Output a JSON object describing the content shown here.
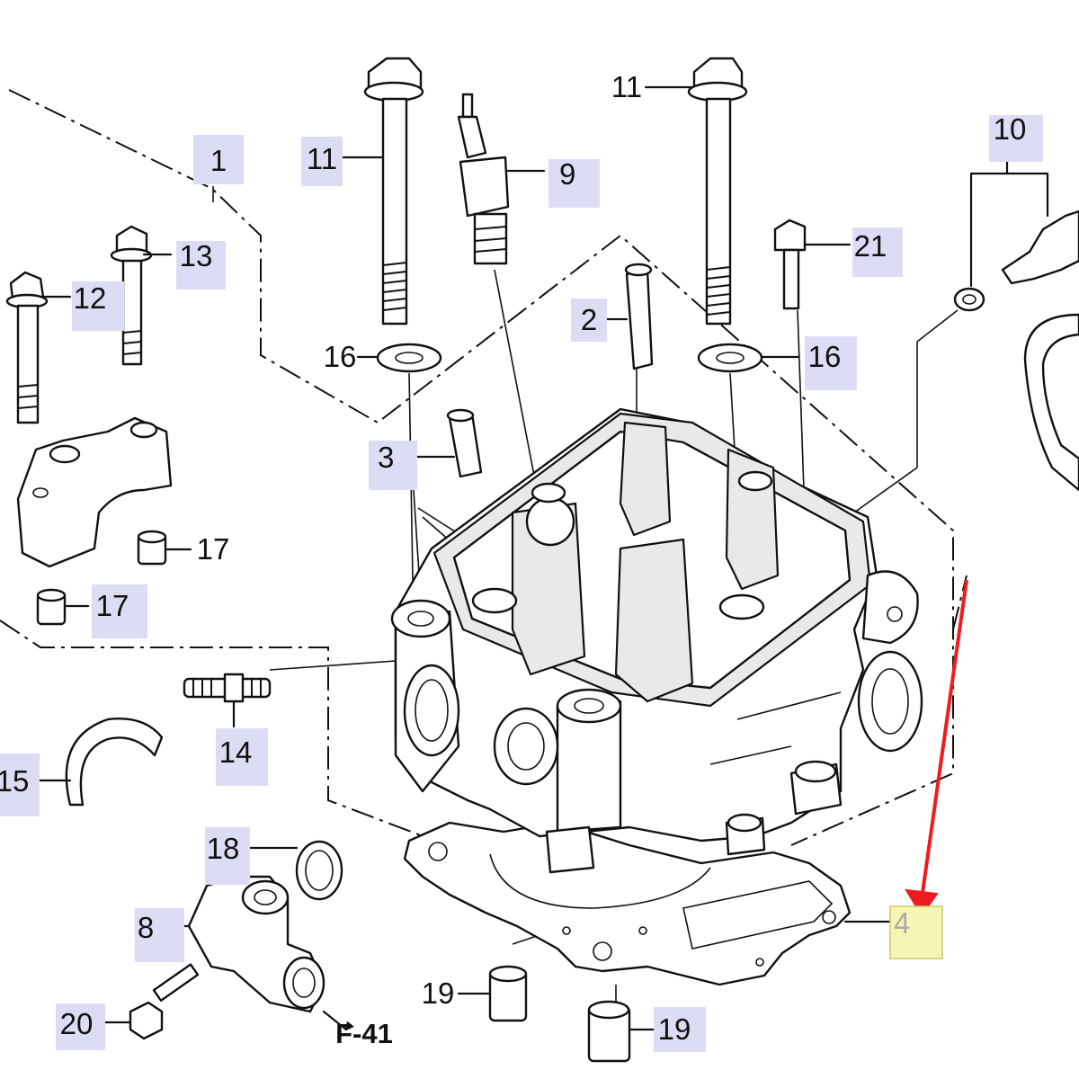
{
  "callouts": {
    "c1": "1",
    "c2": "2",
    "c3": "3",
    "c4": "4",
    "c8": "8",
    "c9": "9",
    "c10": "10",
    "c11a": "11",
    "c11b": "11",
    "c12": "12",
    "c13": "13",
    "c14": "14",
    "c15": "15",
    "c16a": "16",
    "c16b": "16",
    "c17a": "17",
    "c17b": "17",
    "c18": "18",
    "c19a": "19",
    "c19b": "19",
    "c20": "20",
    "c21": "21"
  },
  "reference": "F-41",
  "colors": {
    "label_highlight": "#dcdcf4",
    "selected_highlight": "#f6f6b4",
    "arrow": "#ee1c1c"
  }
}
